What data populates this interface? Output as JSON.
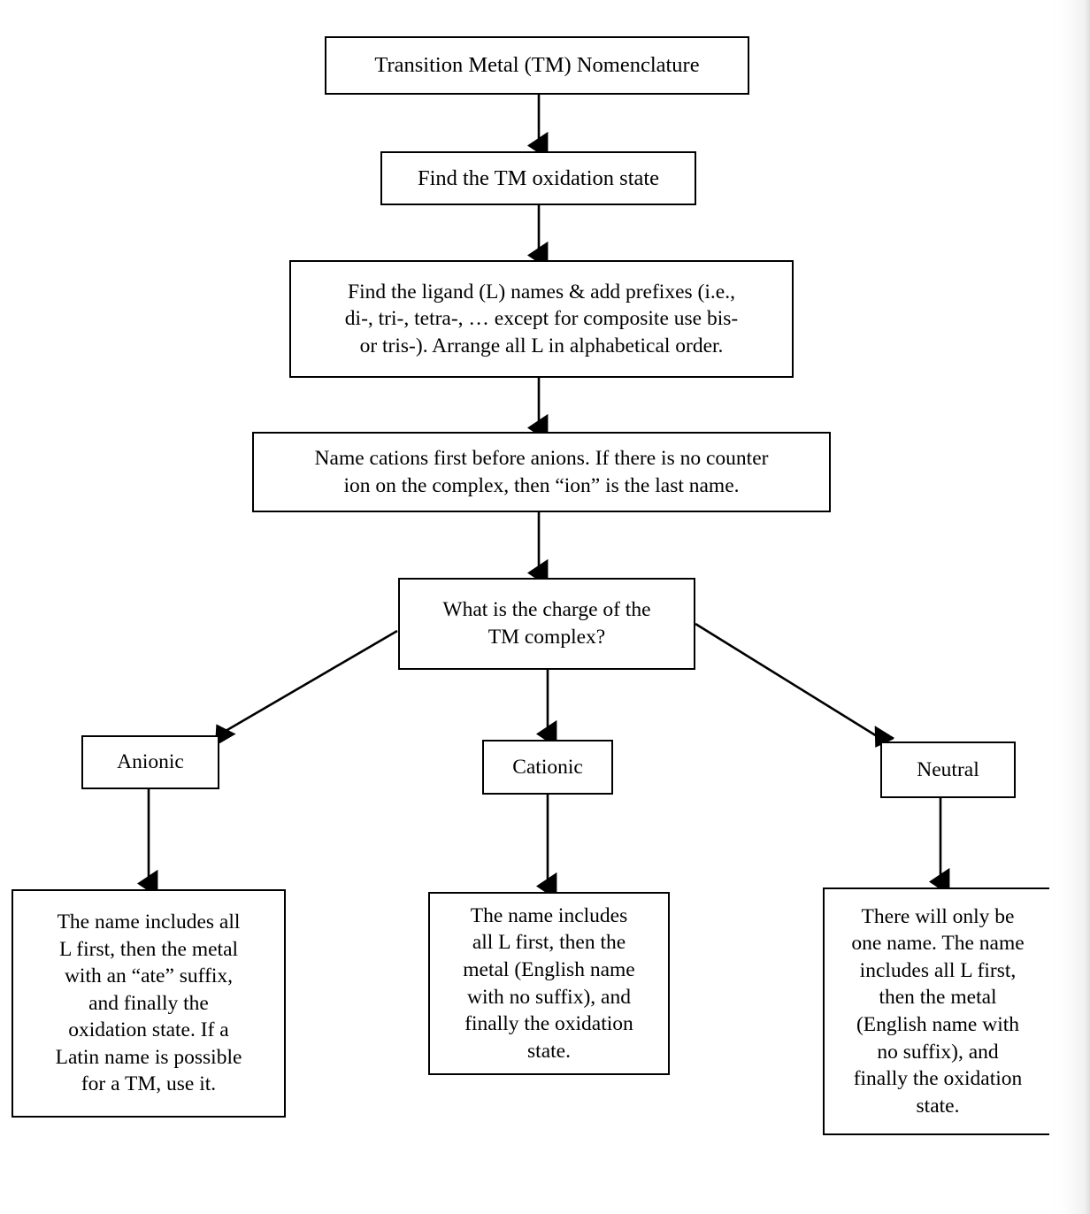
{
  "diagram": {
    "title": "Transition Metal (TM) Nomenclature",
    "type": "flowchart",
    "orientation": "top-down",
    "nodes": {
      "start": {
        "id": "start",
        "label": "Transition Metal (TM) Nomenclature",
        "shape": "rectangle"
      },
      "oxidation_state": {
        "id": "oxidation_state",
        "label": "Find the TM oxidation state",
        "shape": "rectangle"
      },
      "ligands": {
        "id": "ligands",
        "label": "Find the ligand (L) names & add prefixes (i.e.,\ndi-, tri-, tetra-, … except for composite use bis-\nor tris-). Arrange all L in alphabetical order.",
        "shape": "rectangle"
      },
      "cations_first": {
        "id": "cations_first",
        "label": "Name cations first before anions. If there is no counter\nion on the complex, then “ion” is the last name.",
        "shape": "rectangle"
      },
      "charge_question": {
        "id": "charge_question",
        "label": "What is the charge of the\nTM complex?",
        "shape": "rectangle"
      },
      "anionic": {
        "id": "anionic",
        "label": "Anionic",
        "shape": "rectangle"
      },
      "cationic": {
        "id": "cationic",
        "label": "Cationic",
        "shape": "rectangle"
      },
      "neutral": {
        "id": "neutral",
        "label": "Neutral",
        "shape": "rectangle"
      },
      "anionic_rule": {
        "id": "anionic_rule",
        "label": "The name includes all\nL first, then the metal\nwith an “ate” suffix,\nand finally the\noxidation state. If a\nLatin name is possible\nfor a TM, use it.",
        "shape": "rectangle"
      },
      "cationic_rule": {
        "id": "cationic_rule",
        "label": "The name includes\nall L first, then the\nmetal (English name\nwith no suffix), and\nfinally the oxidation\nstate.",
        "shape": "rectangle"
      },
      "neutral_rule": {
        "id": "neutral_rule",
        "label": "There will only be\none name. The name\nincludes all L first,\nthen the metal\n(English name with\nno suffix), and\nfinally the oxidation\nstate.",
        "shape": "rectangle"
      }
    },
    "edges": [
      {
        "from": "start",
        "to": "oxidation_state",
        "style": "straight-arrow",
        "label": ""
      },
      {
        "from": "oxidation_state",
        "to": "ligands",
        "style": "straight-arrow",
        "label": ""
      },
      {
        "from": "ligands",
        "to": "cations_first",
        "style": "straight-arrow",
        "label": ""
      },
      {
        "from": "cations_first",
        "to": "charge_question",
        "style": "straight-arrow",
        "label": ""
      },
      {
        "from": "charge_question",
        "to": "anionic",
        "style": "diagonal-arrow",
        "label": ""
      },
      {
        "from": "charge_question",
        "to": "cationic",
        "style": "straight-arrow",
        "label": ""
      },
      {
        "from": "charge_question",
        "to": "neutral",
        "style": "diagonal-arrow",
        "label": ""
      },
      {
        "from": "anionic",
        "to": "anionic_rule",
        "style": "straight-arrow",
        "label": ""
      },
      {
        "from": "cationic",
        "to": "cationic_rule",
        "style": "straight-arrow",
        "label": ""
      },
      {
        "from": "neutral",
        "to": "neutral_rule",
        "style": "straight-arrow",
        "label": ""
      }
    ],
    "colors": {
      "background": "#ffffff",
      "node_fill": "#ffffff",
      "node_stroke": "#000000",
      "text": "#000000",
      "edge": "#000000"
    }
  }
}
